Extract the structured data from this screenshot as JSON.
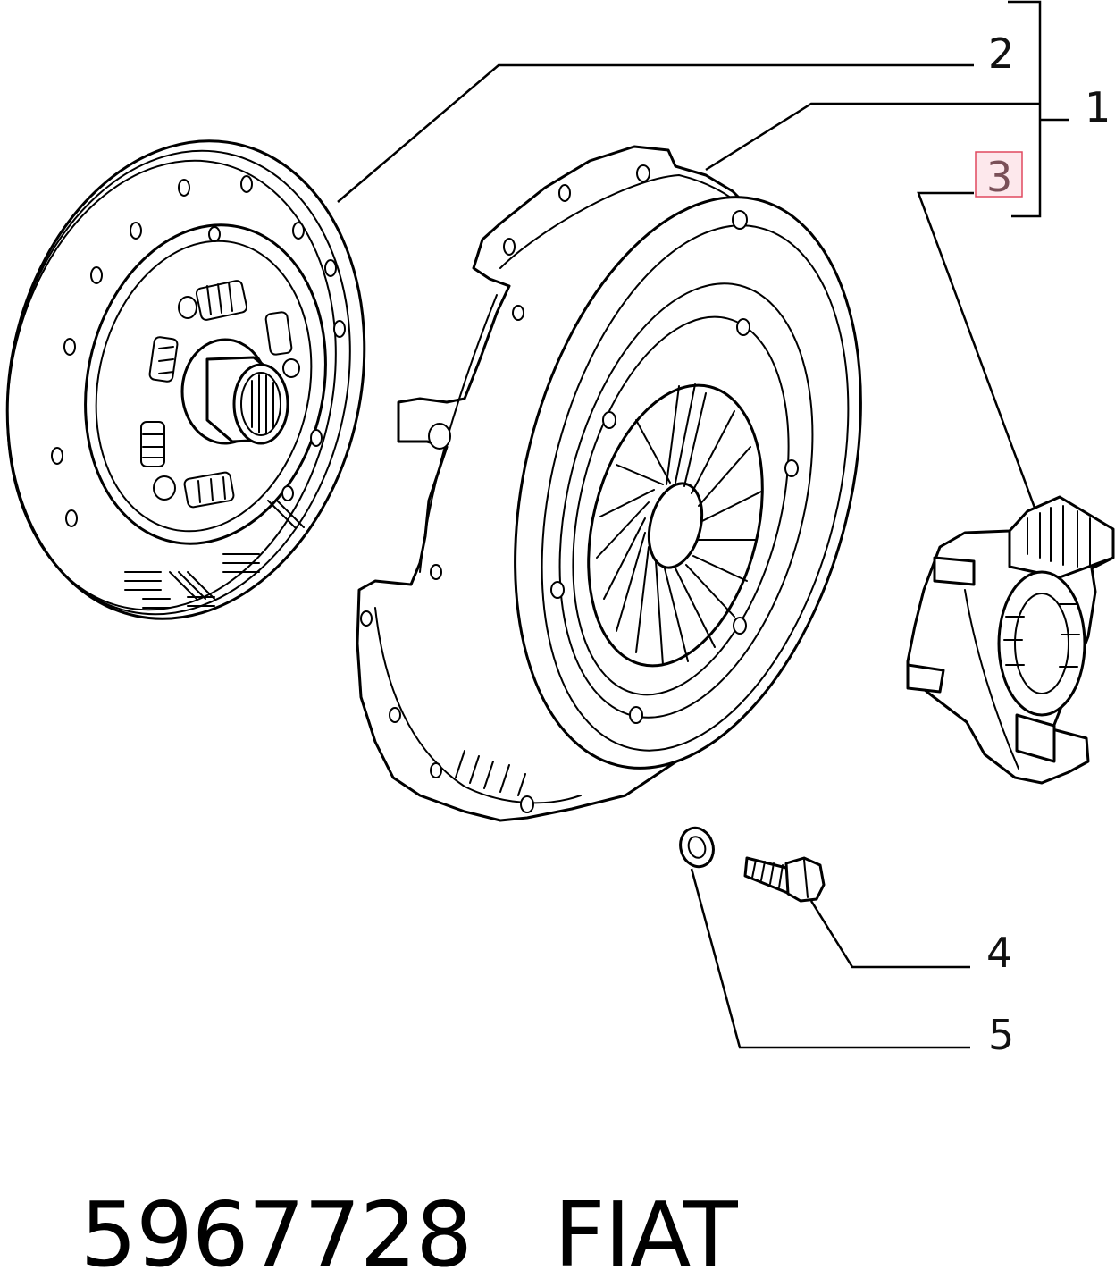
{
  "callouts": {
    "c1": "1",
    "c2": "2",
    "c3": "3",
    "c4": "4",
    "c5": "5"
  },
  "highlighted_callout": "3",
  "footer": {
    "part_number": "5967728",
    "brand": "FIAT"
  },
  "colors": {
    "line": "#000000",
    "highlight_fill": "#fde8ec",
    "highlight_border": "#e0485f"
  }
}
